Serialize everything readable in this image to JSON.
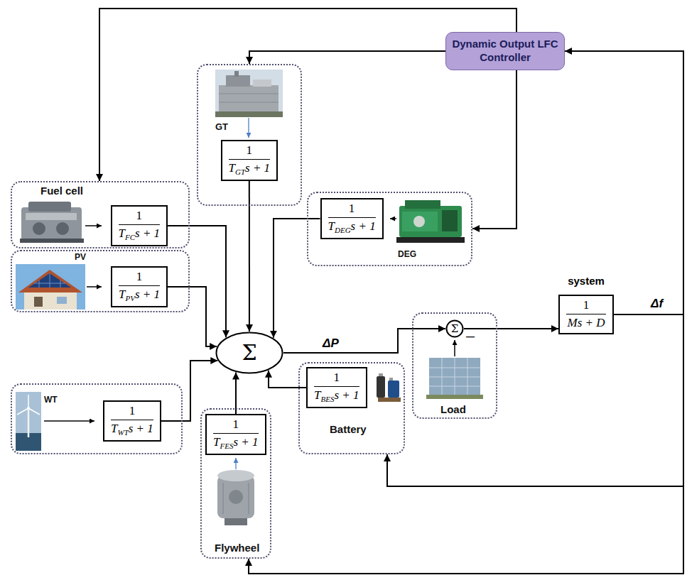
{
  "diagram": {
    "nodes": [
      {
        "text": [
          "Dynamic Output LFC Controller"
        ]
      },
      {
        "text": [
          "GT"
        ]
      },
      {
        "text": [
          "1",
          "T",
          "GT",
          "s + 1"
        ],
        "in": 1
      },
      {
        "text": [
          "Fuel cell"
        ]
      },
      {
        "text": [
          "1",
          "T",
          "FC",
          "s + 1"
        ],
        "in": 3
      },
      {
        "text": [
          "DEG"
        ]
      },
      {
        "text": [
          "1",
          "T",
          "DEG",
          "s + 1"
        ],
        "in": 5
      },
      {
        "text": [
          "PV"
        ]
      },
      {
        "text": [
          "1",
          "T",
          "PV",
          "s + 1"
        ],
        "in": 7
      },
      {
        "text": [
          "Σ"
        ]
      },
      {
        "text": [
          "Load"
        ]
      },
      {
        "text": [
          "Σ"
        ],
        "in": 10
      },
      {
        "text": [
          "system",
          "1",
          "Ms + D"
        ]
      },
      {
        "text": [
          "WT"
        ]
      },
      {
        "text": [
          "1",
          "T",
          "WT",
          "s + 1"
        ],
        "in": 13
      },
      {
        "text": [
          "Battery"
        ]
      },
      {
        "text": [
          "1",
          "T",
          "BES",
          "s + 1"
        ],
        "in": 15
      },
      {
        "text": [
          "Flywheel"
        ]
      },
      {
        "text": [
          "1",
          "T",
          "FES",
          "s + 1"
        ],
        "in": 17
      }
    ],
    "edges": [
      {
        "from": 0,
        "to": 3,
        "arrow": "to"
      },
      {
        "from": 0,
        "to": 1,
        "arrow": "to"
      },
      {
        "from": 0,
        "to": 5,
        "arrow": "to"
      },
      {
        "from": 2,
        "to": 9,
        "arrow": "to"
      },
      {
        "from": 4,
        "to": 9,
        "arrow": "to"
      },
      {
        "from": 6,
        "to": 9,
        "arrow": "to"
      },
      {
        "from": 8,
        "to": 9,
        "arrow": "to"
      },
      {
        "from": 14,
        "to": 9,
        "arrow": "to"
      },
      {
        "from": 18,
        "to": 9,
        "arrow": "to"
      },
      {
        "from": 16,
        "to": 9,
        "arrow": "to"
      },
      {
        "from": 9,
        "to": 11,
        "label": "ΔP",
        "arrow": "to"
      },
      {
        "from": 11,
        "to": 12,
        "arrow": "to"
      },
      {
        "from": 12,
        "to": 0,
        "arrow": "to"
      },
      {
        "from": 12,
        "to": 15,
        "arrow": "to"
      },
      {
        "from": 12,
        "to": 17,
        "arrow": "to"
      }
    ],
    "labels": [
      "Δf",
      "—"
    ]
  }
}
